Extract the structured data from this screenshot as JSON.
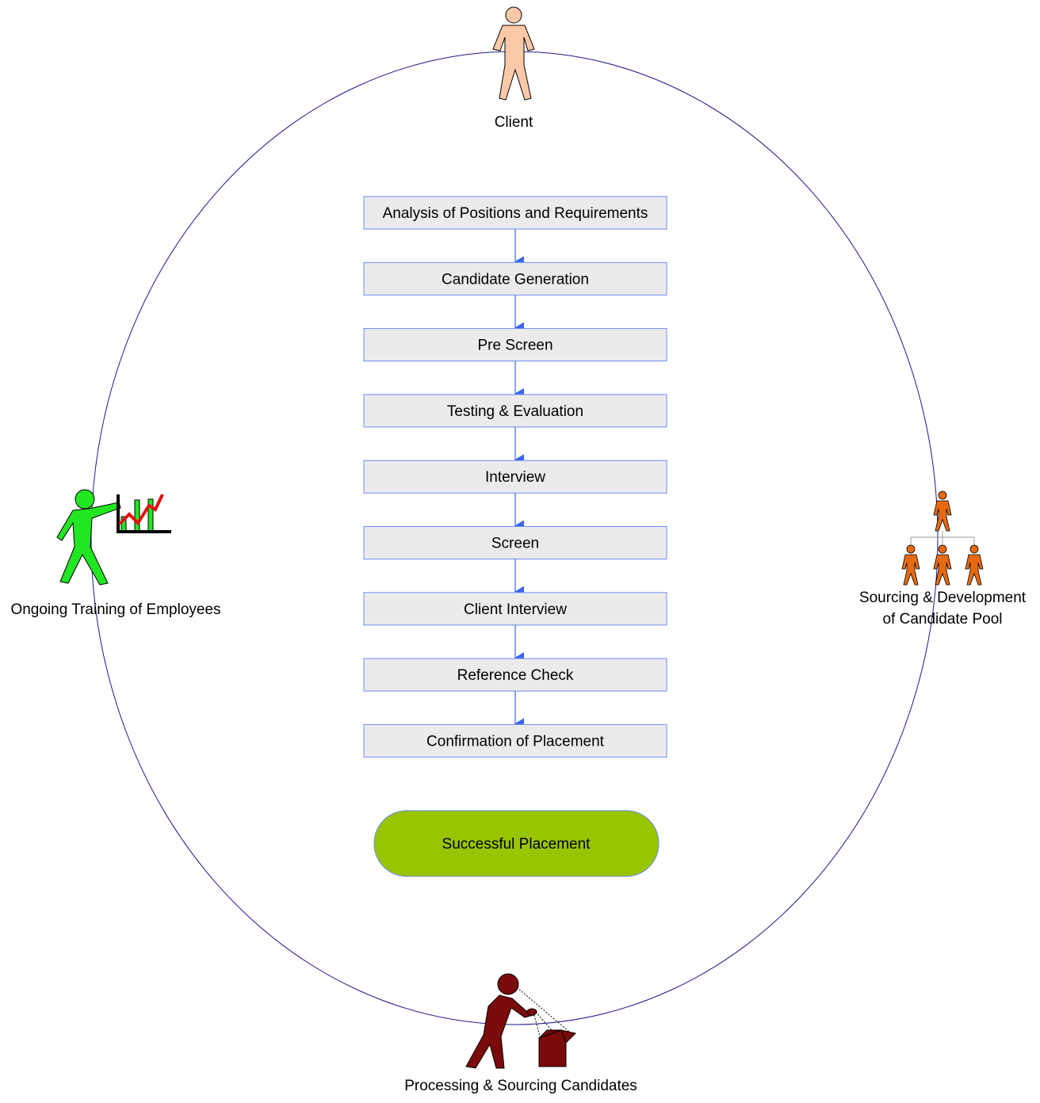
{
  "actors": {
    "client": {
      "label": "Client",
      "color": "#FBC9A7"
    },
    "sourcing": {
      "label_lines": [
        "Sourcing & Development",
        "of Candidate Pool"
      ],
      "color": "#E86A10"
    },
    "processing": {
      "label": "Processing & Sourcing Candidates",
      "color": "#7B0A0A"
    },
    "training": {
      "label": "Ongoing Training of Employees",
      "color": "#22E622"
    }
  },
  "steps": [
    "Analysis of Positions and Requirements",
    "Candidate Generation",
    "Pre Screen",
    "Testing & Evaluation",
    "Interview",
    "Screen",
    "Client Interview",
    "Reference Check",
    "Confirmation of Placement"
  ],
  "outcome": {
    "label": "Successful Placement",
    "color": "#99C400"
  },
  "colors": {
    "cycle_line": "#1A1A8C",
    "step_fill": "#EBEBEB",
    "step_border": "#6B8DF5",
    "arrow": "#3A64F0"
  }
}
